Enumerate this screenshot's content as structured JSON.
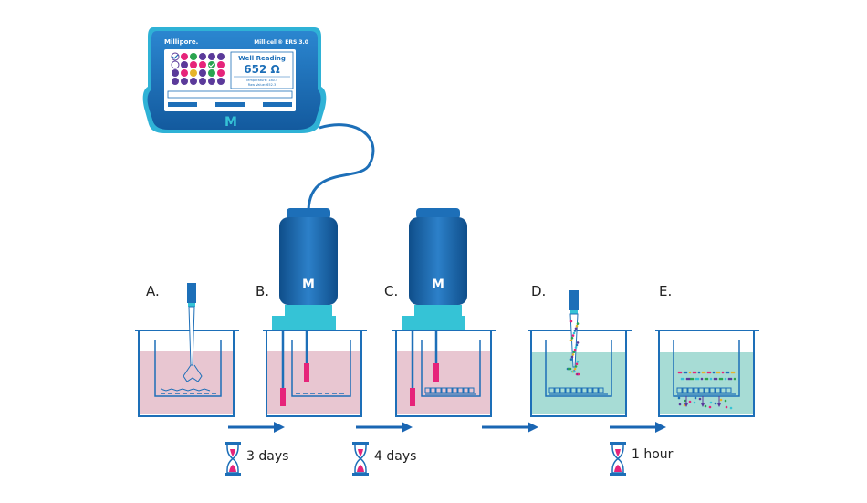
{
  "device": {
    "brand": "Millipore.",
    "model": "Millicell® ERS 3.0",
    "reading_title": "Well Reading",
    "reading_value": "652 Ω",
    "temperature": "Temperature: 180.5",
    "raw_value": "Raw Value: 652.3",
    "logo": "M"
  },
  "probe_logo": "M",
  "steps": [
    {
      "label": "A."
    },
    {
      "label": "B."
    },
    {
      "label": "C."
    },
    {
      "label": "D."
    },
    {
      "label": "E."
    }
  ],
  "timings": [
    "3 days",
    "4 days",
    "1 hour"
  ],
  "colors": {
    "device_blue": "#1d6fb8",
    "device_dark": "#0f4e8a",
    "screen_bg": "#ffffff",
    "cyan": "#35c3d6",
    "medium_pink": "#e8c6d1",
    "medium_teal": "#a7dcd5",
    "arrow": "#1a66b3",
    "hourglass_sand": "#e6247a"
  }
}
